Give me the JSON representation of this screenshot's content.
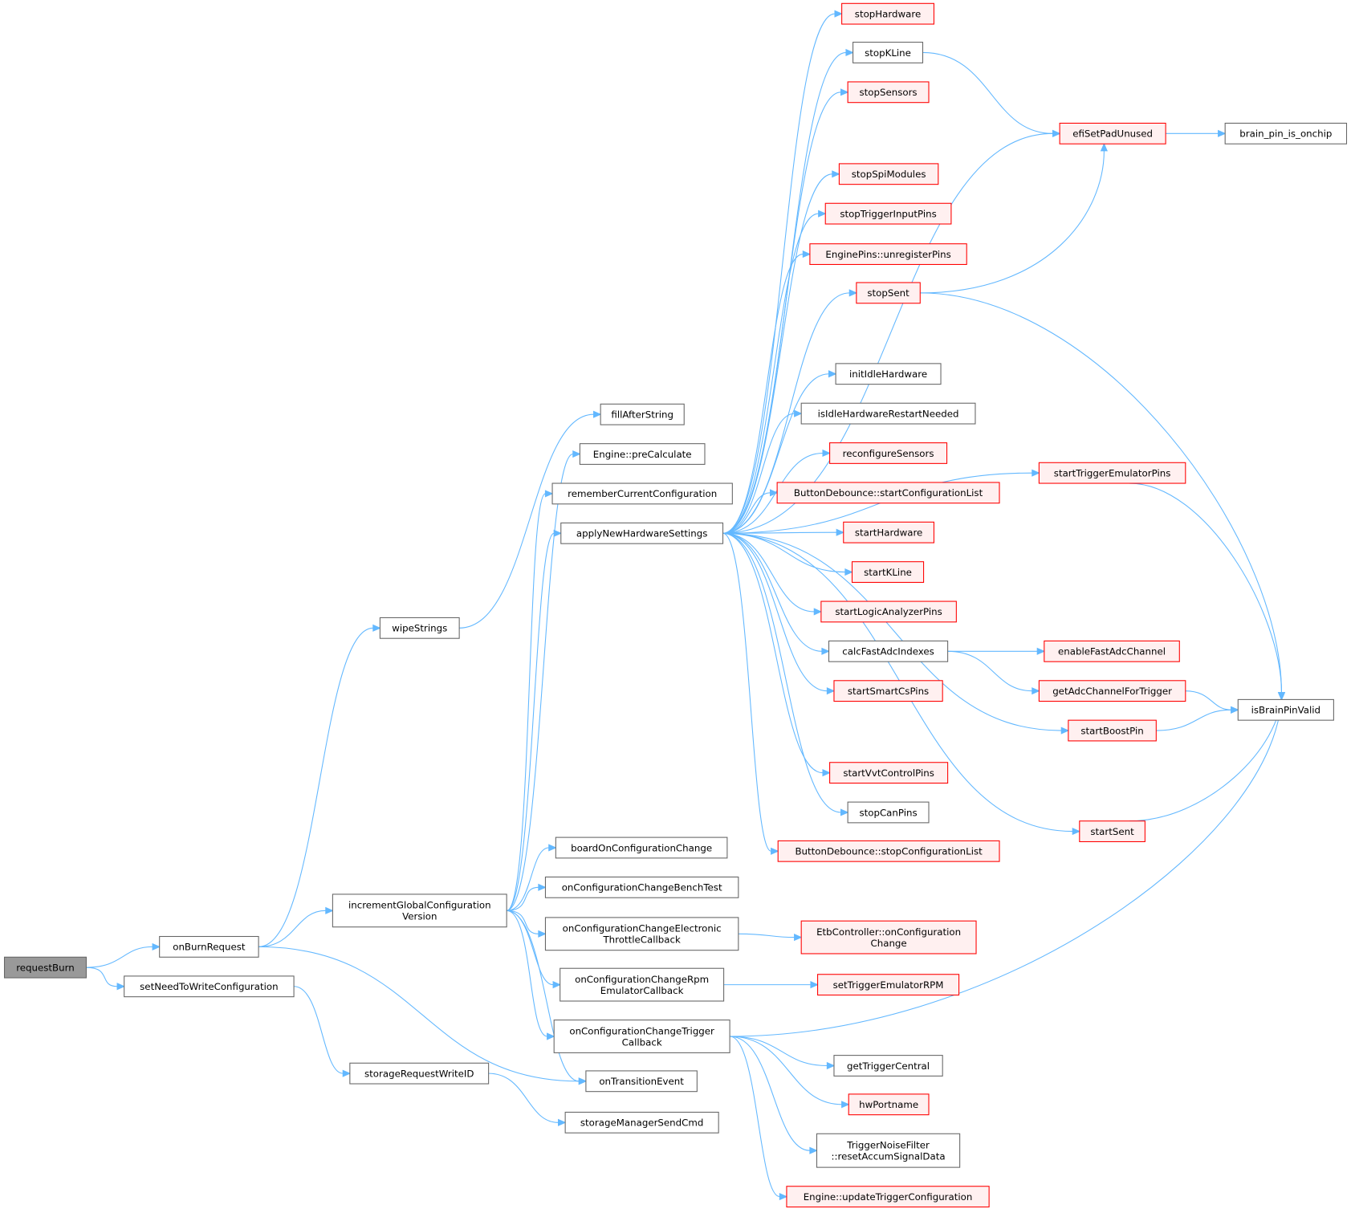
{
  "colors": {
    "edge": "#63b8ff",
    "root_fill": "#999999",
    "red_border": "#ff0000",
    "red_fill": "#fff0f0",
    "normal_border": "#666666"
  },
  "nodes": [
    {
      "id": "requestBurn",
      "label": [
        "requestBurn"
      ],
      "style": "root"
    },
    {
      "id": "onBurnRequest",
      "label": [
        "onBurnRequest"
      ],
      "style": "normal"
    },
    {
      "id": "setNeedToWriteConfiguration",
      "label": [
        "setNeedToWriteConfiguration"
      ],
      "style": "normal"
    },
    {
      "id": "wipeStrings",
      "label": [
        "wipeStrings"
      ],
      "style": "normal"
    },
    {
      "id": "incrementGlobalConfigurationVersion",
      "label": [
        "incrementGlobalConfiguration",
        "Version"
      ],
      "style": "normal"
    },
    {
      "id": "storageRequestWriteID",
      "label": [
        "storageRequestWriteID"
      ],
      "style": "normal"
    },
    {
      "id": "storageManagerSendCmd",
      "label": [
        "storageManagerSendCmd"
      ],
      "style": "normal"
    },
    {
      "id": "onTransitionEvent",
      "label": [
        "onTransitionEvent"
      ],
      "style": "normal"
    },
    {
      "id": "fillAfterString",
      "label": [
        "fillAfterString"
      ],
      "style": "normal"
    },
    {
      "id": "preCalculate",
      "label": [
        "Engine::preCalculate"
      ],
      "style": "normal"
    },
    {
      "id": "rememberCurrentConfiguration",
      "label": [
        "rememberCurrentConfiguration"
      ],
      "style": "normal"
    },
    {
      "id": "applyNewHardwareSettings",
      "label": [
        "applyNewHardwareSettings"
      ],
      "style": "normal"
    },
    {
      "id": "boardOnConfigurationChange",
      "label": [
        "boardOnConfigurationChange"
      ],
      "style": "normal"
    },
    {
      "id": "onConfigurationChangeBenchTest",
      "label": [
        "onConfigurationChangeBenchTest"
      ],
      "style": "normal"
    },
    {
      "id": "onConfigurationChangeElectronicThrottleCallback",
      "label": [
        "onConfigurationChangeElectronic",
        "ThrottleCallback"
      ],
      "style": "normal"
    },
    {
      "id": "onConfigurationChangeRpmEmulatorCallback",
      "label": [
        "onConfigurationChangeRpm",
        "EmulatorCallback"
      ],
      "style": "normal"
    },
    {
      "id": "onConfigurationChangeTriggerCallback",
      "label": [
        "onConfigurationChangeTrigger",
        "Callback"
      ],
      "style": "normal"
    },
    {
      "id": "stopHardware",
      "label": [
        "stopHardware"
      ],
      "style": "red"
    },
    {
      "id": "stopKLine",
      "label": [
        "stopKLine"
      ],
      "style": "normal"
    },
    {
      "id": "stopSensors",
      "label": [
        "stopSensors"
      ],
      "style": "red"
    },
    {
      "id": "stopSpiModules",
      "label": [
        "stopSpiModules"
      ],
      "style": "red"
    },
    {
      "id": "stopTriggerInputPins",
      "label": [
        "stopTriggerInputPins"
      ],
      "style": "red"
    },
    {
      "id": "unregisterPins",
      "label": [
        "EnginePins::unregisterPins"
      ],
      "style": "red"
    },
    {
      "id": "stopSent",
      "label": [
        "stopSent"
      ],
      "style": "red"
    },
    {
      "id": "initIdleHardware",
      "label": [
        "initIdleHardware"
      ],
      "style": "normal"
    },
    {
      "id": "isIdleHardwareRestartNeeded",
      "label": [
        "isIdleHardwareRestartNeeded"
      ],
      "style": "normal"
    },
    {
      "id": "reconfigureSensors",
      "label": [
        "reconfigureSensors"
      ],
      "style": "red"
    },
    {
      "id": "startConfigurationList",
      "label": [
        "ButtonDebounce::startConfigurationList"
      ],
      "style": "red"
    },
    {
      "id": "startHardware",
      "label": [
        "startHardware"
      ],
      "style": "red"
    },
    {
      "id": "startKLine",
      "label": [
        "startKLine"
      ],
      "style": "red"
    },
    {
      "id": "startLogicAnalyzerPins",
      "label": [
        "startLogicAnalyzerPins"
      ],
      "style": "red"
    },
    {
      "id": "calcFastAdcIndexes",
      "label": [
        "calcFastAdcIndexes"
      ],
      "style": "normal"
    },
    {
      "id": "startSmartCsPins",
      "label": [
        "startSmartCsPins"
      ],
      "style": "red"
    },
    {
      "id": "startVvtControlPins",
      "label": [
        "startVvtControlPins"
      ],
      "style": "red"
    },
    {
      "id": "stopCanPins",
      "label": [
        "stopCanPins"
      ],
      "style": "normal"
    },
    {
      "id": "stopConfigurationList",
      "label": [
        "ButtonDebounce::stopConfigurationList"
      ],
      "style": "red"
    },
    {
      "id": "etbOnConfigurationChange",
      "label": [
        "EtbController::onConfiguration",
        "Change"
      ],
      "style": "red"
    },
    {
      "id": "setTriggerEmulatorRPM",
      "label": [
        "setTriggerEmulatorRPM"
      ],
      "style": "red"
    },
    {
      "id": "getTriggerCentral",
      "label": [
        "getTriggerCentral"
      ],
      "style": "normal"
    },
    {
      "id": "hwPortname",
      "label": [
        "hwPortname"
      ],
      "style": "red"
    },
    {
      "id": "resetAccumSignalData",
      "label": [
        "TriggerNoiseFilter",
        "::resetAccumSignalData"
      ],
      "style": "normal"
    },
    {
      "id": "updateTriggerConfiguration",
      "label": [
        "Engine::updateTriggerConfiguration"
      ],
      "style": "red"
    },
    {
      "id": "efiSetPadUnused",
      "label": [
        "efiSetPadUnused"
      ],
      "style": "red"
    },
    {
      "id": "brain_pin_is_onchip",
      "label": [
        "brain_pin_is_onchip"
      ],
      "style": "normal"
    },
    {
      "id": "startTriggerEmulatorPins",
      "label": [
        "startTriggerEmulatorPins"
      ],
      "style": "red"
    },
    {
      "id": "enableFastAdcChannel",
      "label": [
        "enableFastAdcChannel"
      ],
      "style": "red"
    },
    {
      "id": "getAdcChannelForTrigger",
      "label": [
        "getAdcChannelForTrigger"
      ],
      "style": "red"
    },
    {
      "id": "isBrainPinValid",
      "label": [
        "isBrainPinValid"
      ],
      "style": "normal"
    },
    {
      "id": "startBoostPin",
      "label": [
        "startBoostPin"
      ],
      "style": "red"
    },
    {
      "id": "startSent",
      "label": [
        "startSent"
      ],
      "style": "red"
    }
  ],
  "edges": [
    [
      "requestBurn",
      "onBurnRequest"
    ],
    [
      "requestBurn",
      "setNeedToWriteConfiguration"
    ],
    [
      "onBurnRequest",
      "wipeStrings"
    ],
    [
      "onBurnRequest",
      "incrementGlobalConfigurationVersion"
    ],
    [
      "onBurnRequest",
      "onTransitionEvent"
    ],
    [
      "setNeedToWriteConfiguration",
      "storageRequestWriteID"
    ],
    [
      "storageRequestWriteID",
      "storageManagerSendCmd"
    ],
    [
      "wipeStrings",
      "fillAfterString"
    ],
    [
      "incrementGlobalConfigurationVersion",
      "preCalculate"
    ],
    [
      "incrementGlobalConfigurationVersion",
      "rememberCurrentConfiguration"
    ],
    [
      "incrementGlobalConfigurationVersion",
      "applyNewHardwareSettings"
    ],
    [
      "incrementGlobalConfigurationVersion",
      "boardOnConfigurationChange"
    ],
    [
      "incrementGlobalConfigurationVersion",
      "onConfigurationChangeBenchTest"
    ],
    [
      "incrementGlobalConfigurationVersion",
      "onConfigurationChangeElectronicThrottleCallback"
    ],
    [
      "incrementGlobalConfigurationVersion",
      "onConfigurationChangeRpmEmulatorCallback"
    ],
    [
      "incrementGlobalConfigurationVersion",
      "onConfigurationChangeTriggerCallback"
    ],
    [
      "incrementGlobalConfigurationVersion",
      "onTransitionEvent"
    ],
    [
      "applyNewHardwareSettings",
      "stopHardware"
    ],
    [
      "applyNewHardwareSettings",
      "stopKLine"
    ],
    [
      "applyNewHardwareSettings",
      "stopSensors"
    ],
    [
      "applyNewHardwareSettings",
      "efiSetPadUnused"
    ],
    [
      "applyNewHardwareSettings",
      "stopSpiModules"
    ],
    [
      "applyNewHardwareSettings",
      "stopTriggerInputPins"
    ],
    [
      "applyNewHardwareSettings",
      "unregisterPins"
    ],
    [
      "applyNewHardwareSettings",
      "stopSent"
    ],
    [
      "applyNewHardwareSettings",
      "startTriggerEmulatorPins"
    ],
    [
      "applyNewHardwareSettings",
      "initIdleHardware"
    ],
    [
      "applyNewHardwareSettings",
      "isIdleHardwareRestartNeeded"
    ],
    [
      "applyNewHardwareSettings",
      "reconfigureSensors"
    ],
    [
      "applyNewHardwareSettings",
      "startConfigurationList"
    ],
    [
      "applyNewHardwareSettings",
      "startHardware"
    ],
    [
      "applyNewHardwareSettings",
      "startKLine"
    ],
    [
      "applyNewHardwareSettings",
      "startLogicAnalyzerPins"
    ],
    [
      "applyNewHardwareSettings",
      "calcFastAdcIndexes"
    ],
    [
      "applyNewHardwareSettings",
      "startSmartCsPins"
    ],
    [
      "applyNewHardwareSettings",
      "startBoostPin"
    ],
    [
      "applyNewHardwareSettings",
      "startVvtControlPins"
    ],
    [
      "applyNewHardwareSettings",
      "stopCanPins"
    ],
    [
      "applyNewHardwareSettings",
      "stopConfigurationList"
    ],
    [
      "applyNewHardwareSettings",
      "startSent"
    ],
    [
      "stopKLine",
      "efiSetPadUnused"
    ],
    [
      "stopSent",
      "efiSetPadUnused"
    ],
    [
      "stopSent",
      "isBrainPinValid"
    ],
    [
      "efiSetPadUnused",
      "brain_pin_is_onchip"
    ],
    [
      "startTriggerEmulatorPins",
      "isBrainPinValid"
    ],
    [
      "calcFastAdcIndexes",
      "enableFastAdcChannel"
    ],
    [
      "calcFastAdcIndexes",
      "getAdcChannelForTrigger"
    ],
    [
      "getAdcChannelForTrigger",
      "isBrainPinValid"
    ],
    [
      "startBoostPin",
      "isBrainPinValid"
    ],
    [
      "startSent",
      "isBrainPinValid"
    ],
    [
      "onConfigurationChangeElectronicThrottleCallback",
      "etbOnConfigurationChange"
    ],
    [
      "onConfigurationChangeRpmEmulatorCallback",
      "setTriggerEmulatorRPM"
    ],
    [
      "onConfigurationChangeTriggerCallback",
      "isBrainPinValid"
    ],
    [
      "onConfigurationChangeTriggerCallback",
      "getTriggerCentral"
    ],
    [
      "onConfigurationChangeTriggerCallback",
      "hwPortname"
    ],
    [
      "onConfigurationChangeTriggerCallback",
      "resetAccumSignalData"
    ],
    [
      "onConfigurationChangeTriggerCallback",
      "updateTriggerConfiguration"
    ]
  ]
}
